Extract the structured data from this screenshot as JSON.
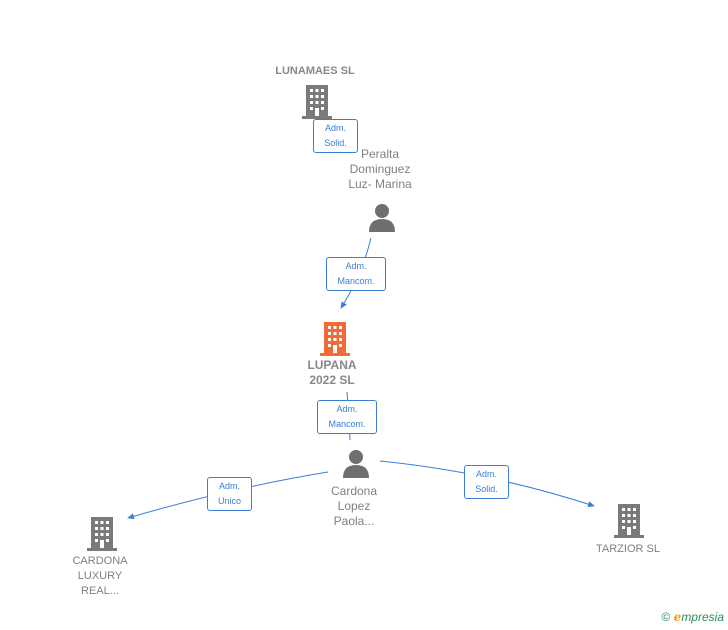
{
  "nodes": {
    "lunamaes": {
      "label": "LUNAMAES  SL",
      "type": "company"
    },
    "peralta": {
      "label": "Peralta\nDominguez\nLuz- Marina",
      "type": "person"
    },
    "lupana": {
      "label": "LUPANA\n2022  SL",
      "type": "company-main"
    },
    "cardona_lopez": {
      "label": "Cardona\nLopez\nPaola...",
      "type": "person"
    },
    "cardona_luxury": {
      "label": "CARDONA\nLUXURY\nREAL...",
      "type": "company"
    },
    "tarzior": {
      "label": "TARZIOR SL",
      "type": "company"
    }
  },
  "edges": {
    "e1": {
      "label": "Adm.\nSolid."
    },
    "e2": {
      "label": "Adm.\nMancom."
    },
    "e3": {
      "label": "Adm.\nMancom."
    },
    "e4": {
      "label": "Adm.\nUnico"
    },
    "e5": {
      "label": "Adm.\nSolid."
    }
  },
  "footer": {
    "copyright": "©",
    "brand_e": "e",
    "brand_rest": "mpresia"
  },
  "colors": {
    "edge": "#3a7fd5",
    "main_icon": "#f26a35",
    "icon": "#7a7a7a"
  }
}
